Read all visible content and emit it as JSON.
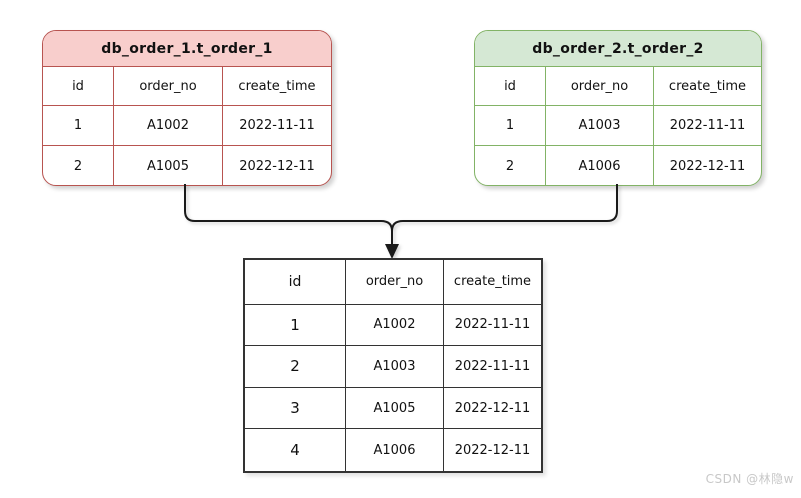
{
  "left_table": {
    "title": "db_order_1.t_order_1",
    "columns": [
      "id",
      "order_no",
      "create_time"
    ],
    "rows": [
      [
        "1",
        "A1002",
        "2022-11-11"
      ],
      [
        "2",
        "A1005",
        "2022-12-11"
      ]
    ]
  },
  "right_table": {
    "title": "db_order_2.t_order_2",
    "columns": [
      "id",
      "order_no",
      "create_time"
    ],
    "rows": [
      [
        "1",
        "A1003",
        "2022-11-11"
      ],
      [
        "2",
        "A1006",
        "2022-12-11"
      ]
    ]
  },
  "merged_table": {
    "columns": [
      "id",
      "order_no",
      "create_time"
    ],
    "rows": [
      [
        "1",
        "A1002",
        "2022-11-11"
      ],
      [
        "2",
        "A1003",
        "2022-11-11"
      ],
      [
        "3",
        "A1005",
        "2022-12-11"
      ],
      [
        "4",
        "A1006",
        "2022-12-11"
      ]
    ]
  },
  "watermark": "CSDN @林隐w",
  "colors": {
    "left-header-bg": "#f8cecc",
    "left-border": "#b85450",
    "right-header-bg": "#d5e8d4",
    "right-border": "#82b366",
    "merged-border": "#333333",
    "connector": "#1a1a1a",
    "watermark": "#c8c8c8"
  }
}
